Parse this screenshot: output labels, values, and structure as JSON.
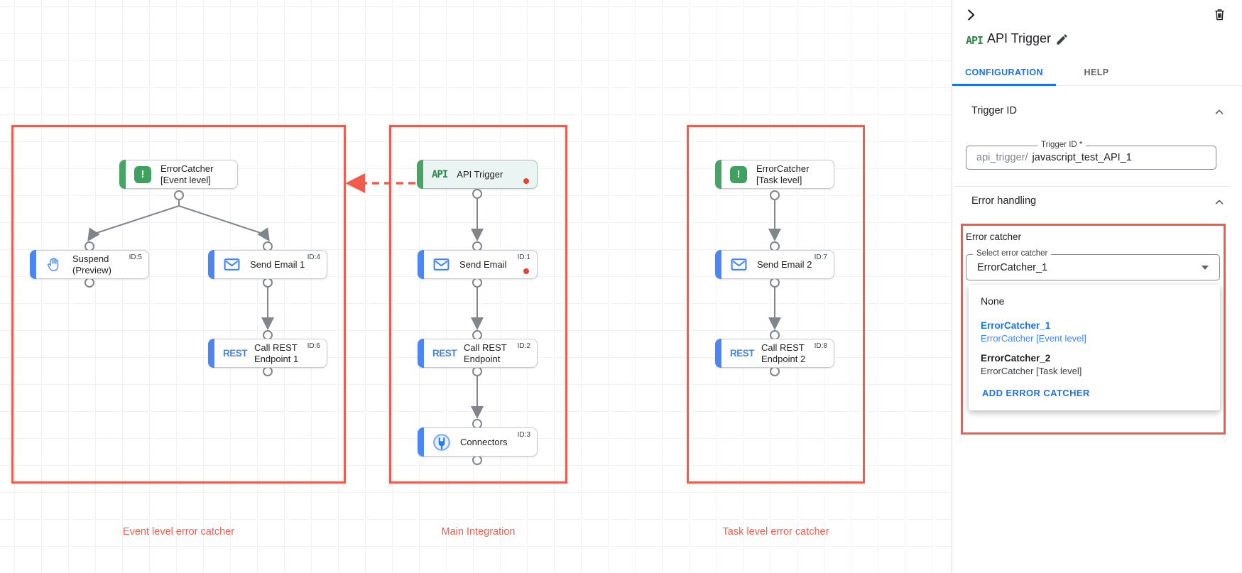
{
  "colors": {
    "annotation_red": "#f15b4b",
    "link_blue": "#1a73e8",
    "node_bar_blue": "#4d86f2",
    "node_bar_green": "#46a566",
    "google_green_logo": "#2c8a49",
    "error_dot_red": "#e94235"
  },
  "canvas": {
    "group_labels": {
      "event": "Event level error catcher",
      "main": "Main Integration",
      "task": "Task level error catcher"
    },
    "nodes": {
      "ec_event": {
        "label": "ErrorCatcher [Event level]",
        "icon_glyph": "!"
      },
      "suspend": {
        "label": "Suspend (Preview)",
        "id": "ID:5"
      },
      "send_email_1": {
        "label": "Send Email 1",
        "id": "ID:4"
      },
      "rest_1": {
        "label": "Call REST Endpoint 1",
        "id": "ID:6",
        "icon_text": "REST"
      },
      "api_trigger": {
        "label": "API Trigger",
        "icon_text": "API"
      },
      "send_email": {
        "label": "Send Email",
        "id": "ID:1"
      },
      "rest": {
        "label": "Call REST Endpoint",
        "id": "ID:2",
        "icon_text": "REST"
      },
      "connectors": {
        "label": "Connectors",
        "id": "ID:3"
      },
      "ec_task": {
        "label": "ErrorCatcher [Task level]",
        "icon_glyph": "!"
      },
      "send_email_2": {
        "label": "Send Email 2",
        "id": "ID:7"
      },
      "rest_2": {
        "label": "Call REST Endpoint 2",
        "id": "ID:8",
        "icon_text": "REST"
      }
    }
  },
  "panel": {
    "logo_text": "API",
    "title": "API Trigger",
    "tabs": {
      "configuration": "CONFIGURATION",
      "help": "HELP"
    },
    "trigger_id": {
      "section": "Trigger ID",
      "field_label": "Trigger ID *",
      "prefix": "api_trigger/",
      "value": "javascript_test_API_1"
    },
    "error_handling": {
      "section": "Error handling",
      "error_catcher_label": "Error catcher",
      "select_label": "Select error catcher",
      "select_value": "ErrorCatcher_1",
      "menu": {
        "none": "None",
        "opt1_name": "ErrorCatcher_1",
        "opt1_desc": "ErrorCatcher [Event level]",
        "opt2_name": "ErrorCatcher_2",
        "opt2_desc": "ErrorCatcher [Task level]",
        "add": "ADD ERROR CATCHER"
      }
    }
  }
}
